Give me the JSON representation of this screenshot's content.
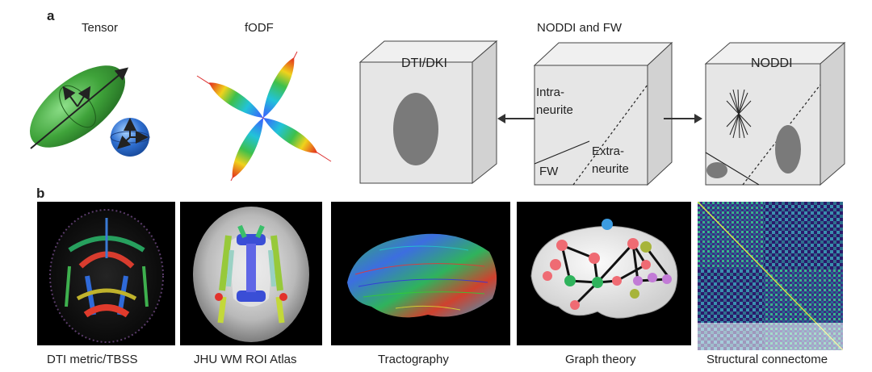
{
  "panel_a": {
    "letter": "a",
    "tensor_label": "Tensor",
    "fodf_label": "fODF",
    "noddi_fw_label": "NODDI and FW",
    "cube_dti_label": "DTI/DKI",
    "cube_mid_intra": "Intra-\nneurite",
    "cube_mid_extra": "Extra-\nneurite",
    "cube_mid_fw": "FW",
    "cube_noddi_label": "NODDI"
  },
  "panel_b": {
    "letter": "b",
    "captions": [
      "DTI metric/TBSS",
      "JHU WM ROI Atlas",
      "Tractography",
      "Graph theory",
      "Structural connectome"
    ]
  },
  "colors": {
    "tensor_green": "#3fa33a",
    "sphere_blue": "#2f6fd0",
    "cube_face": "#e6e6e6",
    "cube_side": "#d2d2d2",
    "gray_ellipse": "#7a7a7a",
    "panel_bg": "#000000",
    "node_pink": "#ef6b73",
    "node_green": "#2fb35c",
    "node_blue": "#3c9be0",
    "node_olive": "#a7b43a",
    "node_purple": "#c27bd6",
    "connectome_base": "#2b1a6b"
  },
  "icons": [
    "arrow-left-icon",
    "arrow-right-icon"
  ]
}
